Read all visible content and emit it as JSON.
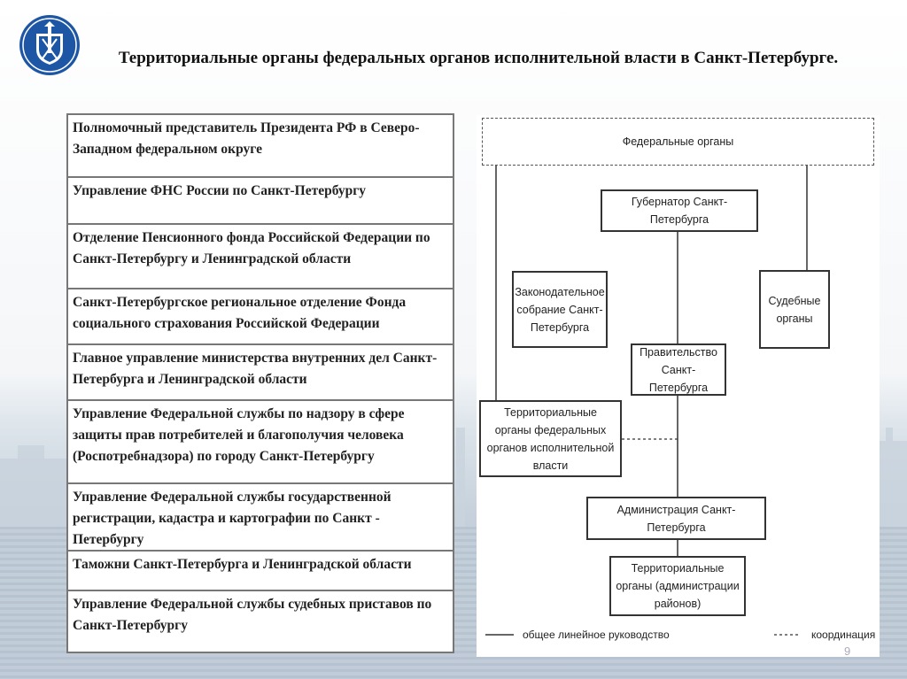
{
  "title": "Территориальные органы федеральных органов исполнительной власти в Санкт-Петербурге.",
  "table_rows": [
    "Полномочный представитель Президента РФ в Северо-Западном федеральном округе",
    "Управление ФНС России по Санкт-Петербургу",
    "Отделение Пенсионного фонда Российской Федерации по Санкт-Петербургу и Ленинградской области",
    "Санкт-Петербургское региональное отделение Фонда социального страхования Российской Федерации",
    "Главное управление министерства внутренних дел Санкт-Петербурга и Ленинградской области",
    "Управление Федеральной службы по надзору в сфере защиты прав потребителей и благополучия человека (Роспотребнадзора) по городу Санкт-Петербургу",
    "Управление Федеральной службы государственной регистрации, кадастра и картографии по Санкт - Петербургу",
    "Таможни Санкт-Петербурга и Ленинградской области",
    "Управление Федеральной службы судебных приставов по Санкт-Петербургу"
  ],
  "chart": {
    "federal": "Федеральные органы",
    "governor": "Губернатор Санкт-Петербурга",
    "legislative": "Законодательное собрание Санкт-Петербурга",
    "courts": "Судебные органы",
    "government": "Правительство Санкт-Петербурга",
    "territorial_federal": "Территориальные органы федеральных органов исполнительной власти",
    "administration": "Администрация Санкт-Петербурга",
    "district": "Территориальные органы (администрации районов)",
    "legend_solid": "общее линейное руководство",
    "legend_dashed": "координация"
  },
  "page_number": "9"
}
